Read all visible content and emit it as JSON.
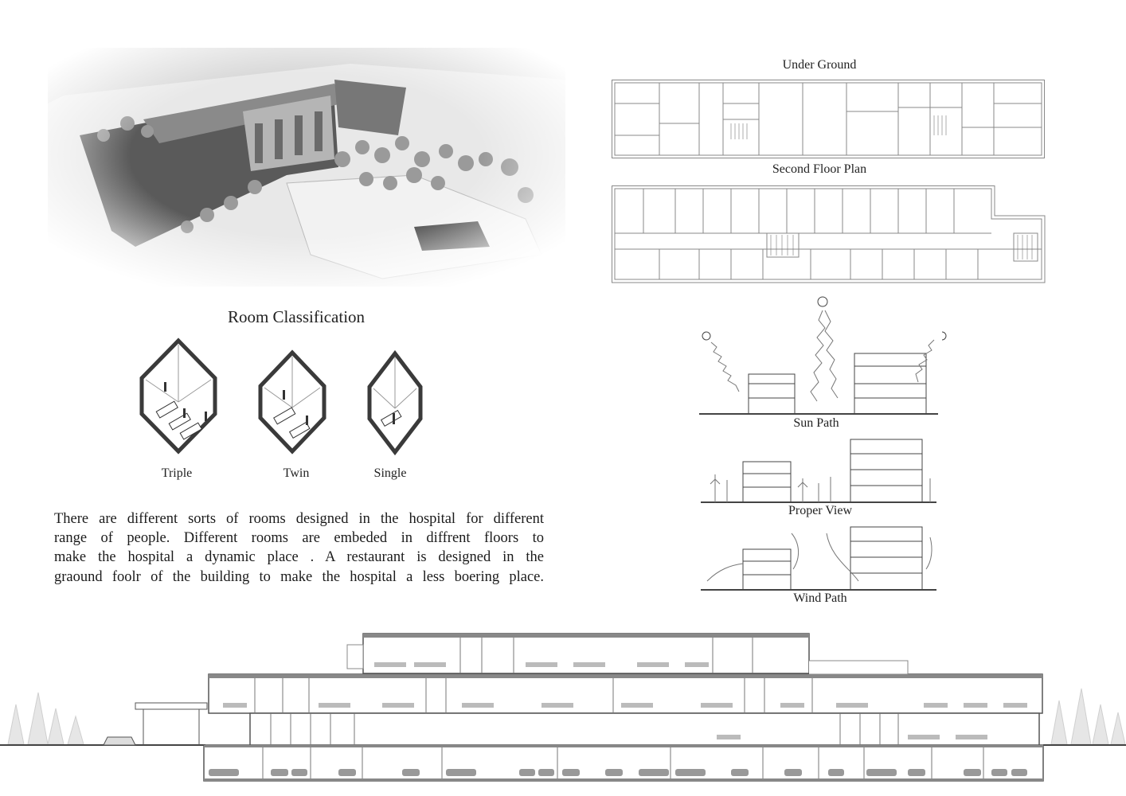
{
  "plans": {
    "underground_title": "Under Ground",
    "second_floor_title": "Second Floor Plan"
  },
  "rooms": {
    "title": "Room Classification",
    "types": [
      {
        "label": "Triple"
      },
      {
        "label": "Twin"
      },
      {
        "label": "Single"
      }
    ]
  },
  "description": {
    "lines": [
      "There are different sorts of rooms designed in the hospital for different",
      "range of people. Different rooms are embeded in diffrent floors to",
      "make the hospital a dynamic place . A restaurant is designed in the",
      "graound foolr of the building to make  the hospital a less boering place."
    ]
  },
  "diagrams": {
    "sun_path": "Sun Path",
    "proper_view": "Proper View",
    "wind_path": "Wind Path"
  }
}
